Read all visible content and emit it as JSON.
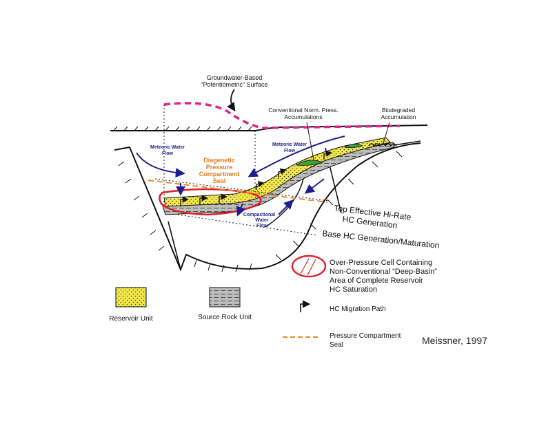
{
  "labels": {
    "groundwater_1": "Groundwater-Based",
    "groundwater_2": "“Potentiometric” Surface",
    "conventional_1": "Conventional Norm. Press.",
    "conventional_2": "Accumulations",
    "biodegraded_1": "Biodegraded",
    "biodegraded_2": "Accumulation",
    "meteoric_left_1": "Meteoric Water",
    "meteoric_left_2": "Flow",
    "meteoric_right_1": "Meteoric Water",
    "meteoric_right_2": "Flow",
    "diagenetic_1": "Diagenetic",
    "diagenetic_2": "Pressure",
    "diagenetic_3": "Compartment",
    "diagenetic_4": "Seal",
    "compactional_1": "Compactional",
    "compactional_2": "Water",
    "compactional_3": "Flow",
    "top_hc_1": "Top Effective Hi-Rate",
    "top_hc_2": "HC Generation",
    "base_hc": "Base HC Generation/Maturation"
  },
  "legend": {
    "overpressure_1": "Over-Pressure Cell Containing",
    "overpressure_2": "Non-Conventional “Deep-Basin”",
    "overpressure_3": "Area of Complete Reservoir",
    "overpressure_4": "HC Saturation",
    "migration": "HC Migration Path",
    "reservoir": "Reservoir Unit",
    "source_rock": "Source Rock Unit",
    "seal_1": "Pressure Compartment",
    "seal_2": "Seal"
  },
  "credit": "Meissner, 1997",
  "colors": {
    "reservoir_fill": "#f2e84a",
    "source_fill": "#bdbdbd",
    "overpressure": "#e0202a",
    "potentiometric": "#e2238f",
    "seal": "#e58a2a",
    "diagenetic_text": "#e07b1a",
    "flow_arrow": "#1e1e8c",
    "accumulation": "#3aa23a"
  }
}
